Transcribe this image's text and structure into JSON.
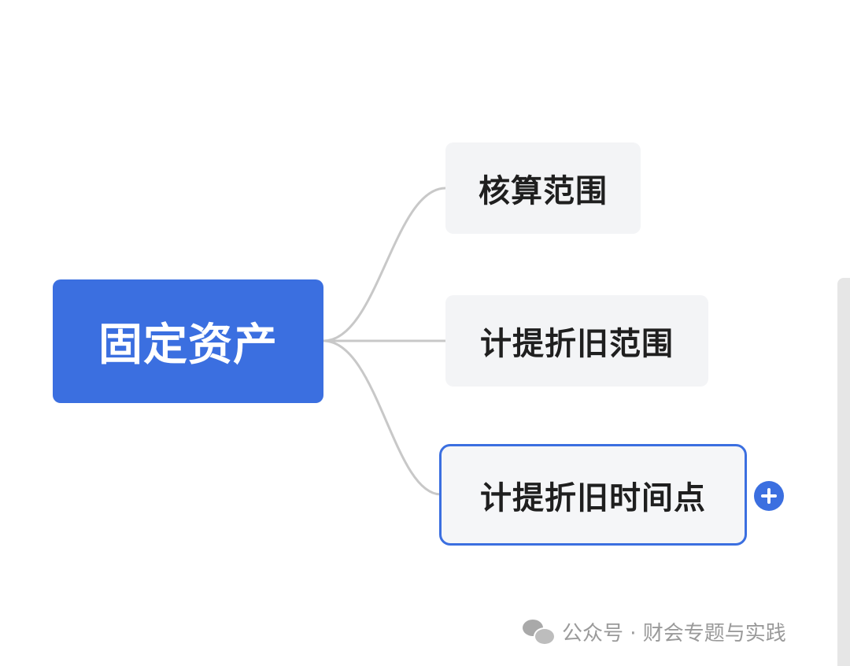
{
  "root": {
    "label": "固定资产"
  },
  "children": [
    {
      "label": "核算范围"
    },
    {
      "label": "计提折旧范围"
    },
    {
      "label": "计提折旧时间点",
      "selected": true
    }
  ],
  "add_button": {
    "icon": "plus-icon"
  },
  "watermark": {
    "text": "公众号 · 财会专题与实践",
    "icon": "wechat-icon"
  },
  "colors": {
    "root_bg": "#3b6fe0",
    "child_bg": "#f3f4f6",
    "selection": "#3b6fe0",
    "connector": "#c8c8c8"
  }
}
